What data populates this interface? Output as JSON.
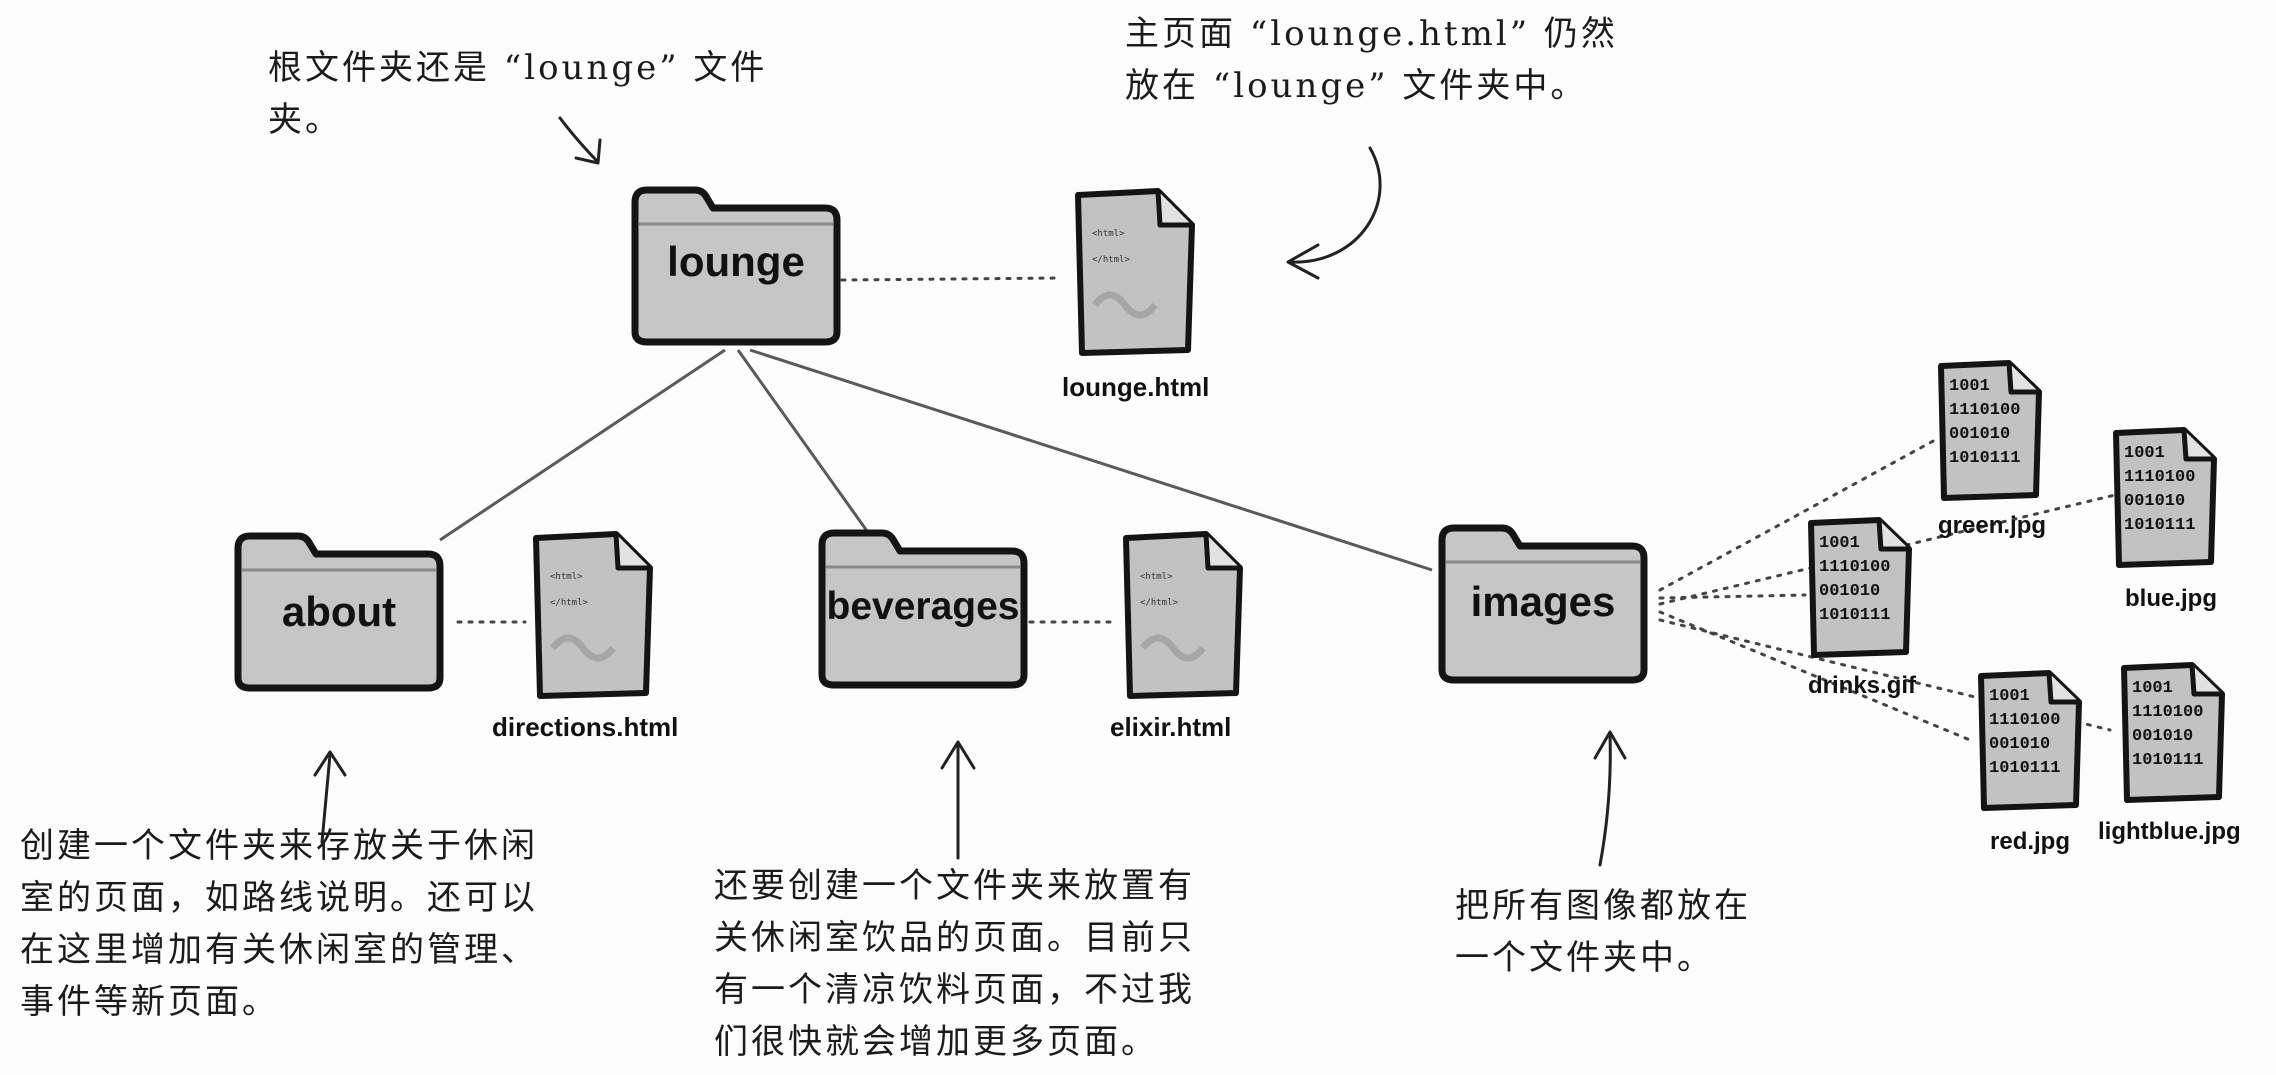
{
  "annotations": {
    "root_folder": "根文件夹还是 “lounge” 文件\n夹。",
    "main_page": "主页面 “lounge.html” 仍然\n放在 “lounge” 文件夹中。",
    "about_folder": "创建一个文件夹来存放关于休闲\n室的页面，如路线说明。还可以\n在这里增加有关休闲室的管理、\n事件等新页面。",
    "beverages_folder": "还要创建一个文件夹来放置有\n关休闲室饮品的页面。目前只\n有一个清凉饮料页面，不过我\n们很快就会增加更多页面。",
    "images_folder": "把所有图像都放在\n一个文件夹中。"
  },
  "folders": {
    "lounge": "lounge",
    "about": "about",
    "beverages": "beverages",
    "images": "images"
  },
  "files": {
    "lounge_html": "lounge.html",
    "directions_html": "directions.html",
    "elixir_html": "elixir.html",
    "green_jpg": "green.jpg",
    "blue_jpg": "blue.jpg",
    "drinks_gif": "drinks.gif",
    "red_jpg": "red.jpg",
    "lightblue_jpg": "lightblue.jpg"
  },
  "file_content": {
    "html_open": "<html>",
    "html_close": "</html>",
    "binary_lines": [
      "1001",
      "1110100",
      "001010",
      "1010111"
    ]
  },
  "colors": {
    "folder_fill": "#c6c6c6",
    "folder_outline": "#141414",
    "line": "#5a5a5a",
    "text": "#1b1b1b"
  }
}
